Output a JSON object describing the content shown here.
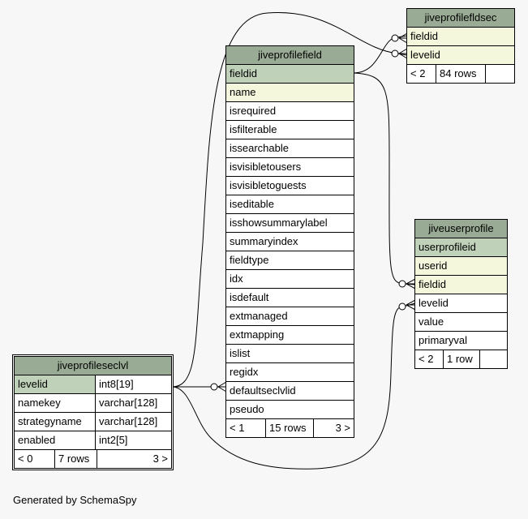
{
  "tables": {
    "fldsec": {
      "name": "jiveprofilefldsec",
      "columns": [
        {
          "name": "fieldid",
          "kind": "fk"
        },
        {
          "name": "levelid",
          "kind": "fk"
        }
      ],
      "footer": [
        "< 2",
        "84 rows",
        ""
      ]
    },
    "field": {
      "name": "jiveprofilefield",
      "columns": [
        {
          "name": "fieldid",
          "kind": "pk"
        },
        {
          "name": "name",
          "kind": "fk"
        },
        {
          "name": "isrequired",
          "kind": "plain"
        },
        {
          "name": "isfilterable",
          "kind": "plain"
        },
        {
          "name": "issearchable",
          "kind": "plain"
        },
        {
          "name": "isvisibletousers",
          "kind": "plain"
        },
        {
          "name": "isvisibletoguests",
          "kind": "plain"
        },
        {
          "name": "iseditable",
          "kind": "plain"
        },
        {
          "name": "isshowsummarylabel",
          "kind": "plain"
        },
        {
          "name": "summaryindex",
          "kind": "plain"
        },
        {
          "name": "fieldtype",
          "kind": "plain"
        },
        {
          "name": "idx",
          "kind": "plain"
        },
        {
          "name": "isdefault",
          "kind": "plain"
        },
        {
          "name": "extmanaged",
          "kind": "plain"
        },
        {
          "name": "extmapping",
          "kind": "plain"
        },
        {
          "name": "islist",
          "kind": "plain"
        },
        {
          "name": "regidx",
          "kind": "plain"
        },
        {
          "name": "defaultseclvlid",
          "kind": "plain"
        },
        {
          "name": "pseudo",
          "kind": "plain"
        }
      ],
      "footer": [
        "< 1",
        "15 rows",
        "3 >"
      ]
    },
    "userprofile": {
      "name": "jiveuserprofile",
      "columns": [
        {
          "name": "userprofileid",
          "kind": "pk"
        },
        {
          "name": "userid",
          "kind": "fk"
        },
        {
          "name": "fieldid",
          "kind": "fk"
        },
        {
          "name": "levelid",
          "kind": "plain"
        },
        {
          "name": "value",
          "kind": "plain"
        },
        {
          "name": "primaryval",
          "kind": "plain"
        }
      ],
      "footer": [
        "< 2",
        "1 row",
        ""
      ]
    },
    "seclvl": {
      "name": "jiveprofileseclvl",
      "columns": [
        {
          "name": "levelid",
          "type": "int8[19]",
          "kind": "pk"
        },
        {
          "name": "namekey",
          "type": "varchar[128]",
          "kind": "plain"
        },
        {
          "name": "strategyname",
          "type": "varchar[128]",
          "kind": "plain"
        },
        {
          "name": "enabled",
          "type": "int2[5]",
          "kind": "plain"
        }
      ],
      "footer": [
        "< 0",
        "7 rows",
        "3 >"
      ]
    }
  },
  "caption": "Generated by SchemaSpy",
  "colors": {
    "header": "#9aab95",
    "pk": "#bfd1b9",
    "fk": "#f4f7dc",
    "background": "#f7f7f7"
  }
}
